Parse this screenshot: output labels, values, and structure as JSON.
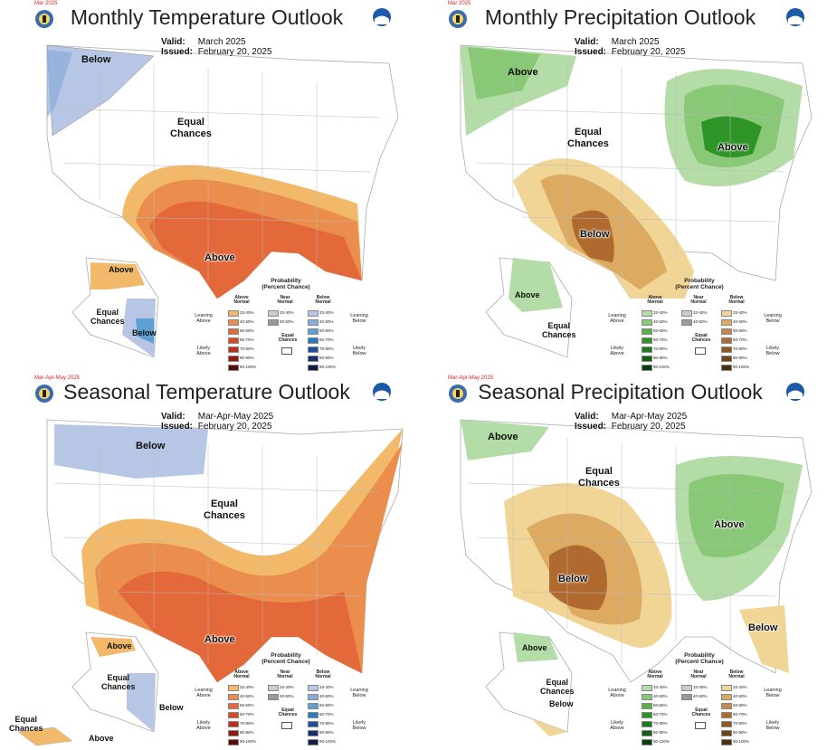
{
  "colors": {
    "above": [
      "#f1b969",
      "#eb8e4d",
      "#e3683a",
      "#d94826",
      "#bb2e18",
      "#8f1c0a",
      "#5a0e03"
    ],
    "below": [
      "#b6c6e4",
      "#8aaed8",
      "#5ea0d2",
      "#2e78bf",
      "#1c4f98",
      "#142f6e",
      "#0e1c46"
    ],
    "near": [
      "#cccccc",
      "#9a9a9a"
    ],
    "wet": [
      "#b3dca7",
      "#88c877",
      "#57b146",
      "#2e9428",
      "#1c7a1f",
      "#0f5f15",
      "#063f0b"
    ],
    "dry": [
      "#f0d596",
      "#ddaa61",
      "#c9864a",
      "#b06a2f",
      "#8f5a21",
      "#6f4418",
      "#4f2e0c"
    ]
  },
  "panels": [
    {
      "title": "Monthly Temperature Outlook",
      "valid_label": "Valid:",
      "valid": "March 2025",
      "issued_label": "Issued:",
      "issued": "February 20, 2025",
      "period_tag": "Mar 2025",
      "labels": {
        "below": "Below",
        "equal": "Equal\nChances",
        "above": "Above",
        "ak_above": "Above",
        "ak_equal": "Equal\nChances",
        "ak_below": "Below"
      },
      "legend": {
        "title": "Probability\n(Percent Chance)",
        "col1": "Above\nNormal",
        "col2": "Near\nNormal",
        "col3": "Below\nNormal",
        "leaning_left": "Leaning\nAbove",
        "leaning_right": "Leaning\nBelow",
        "likely_left": "Likely\nAbove",
        "likely_right": "Likely\nBelow",
        "equal": "Equal\nChances",
        "bins": [
          "33-40%",
          "40-50%",
          "50-60%",
          "60-70%",
          "70-80%",
          "80-90%",
          "90-100%"
        ],
        "near_bins": [
          "33-40%",
          "40-50%"
        ]
      }
    },
    {
      "title": "Monthly Precipitation Outlook",
      "valid_label": "Valid:",
      "valid": "March 2025",
      "issued_label": "Issued:",
      "issued": "February 20, 2025",
      "period_tag": "Mar 2025",
      "labels": {
        "above_nw": "Above",
        "equal": "Equal\nChances",
        "above_gl": "Above",
        "below": "Below",
        "ak_above": "Above",
        "ak_equal": "Equal\nChances"
      },
      "legend": {
        "title": "Probability\n(Percent Chance)",
        "col1": "Above\nNormal",
        "col2": "Near\nNormal",
        "col3": "Below\nNormal",
        "leaning_left": "Leaning\nAbove",
        "leaning_right": "Leaning\nBelow",
        "likely_left": "Likely\nAbove",
        "likely_right": "Likely\nBelow",
        "equal": "Equal\nChances",
        "bins": [
          "33-40%",
          "40-50%",
          "50-60%",
          "60-70%",
          "70-80%",
          "80-90%",
          "90-100%"
        ],
        "near_bins": [
          "33-40%",
          "40-50%"
        ]
      }
    },
    {
      "title": "Seasonal Temperature Outlook",
      "valid_label": "Valid:",
      "valid": "Mar-Apr-May 2025",
      "issued_label": "Issued:",
      "issued": "February 20, 2025",
      "period_tag": "Mar-Apr-May 2025",
      "labels": {
        "below": "Below",
        "equal": "Equal\nChances",
        "above": "Above",
        "ak_above": "Above",
        "ak_equal": "Equal\nChances",
        "ak_below": "Below",
        "hi_equal": "Equal\nChances",
        "hi_above": "Above"
      },
      "legend": {
        "title": "Probability\n(Percent Chance)",
        "col1": "Above\nNormal",
        "col2": "Near\nNormal",
        "col3": "Below\nNormal",
        "leaning_left": "Leaning\nAbove",
        "leaning_right": "Leaning\nBelow",
        "likely_left": "Likely\nAbove",
        "likely_right": "Likely\nBelow",
        "equal": "Equal\nChances",
        "bins": [
          "33-40%",
          "40-50%",
          "50-60%",
          "60-70%",
          "70-80%",
          "80-90%",
          "90-100%"
        ],
        "near_bins": [
          "33-40%",
          "40-50%"
        ]
      }
    },
    {
      "title": "Seasonal Precipitation Outlook",
      "valid_label": "Valid:",
      "valid": "Mar-Apr-May 2025",
      "issued_label": "Issued:",
      "issued": "February 20, 2025",
      "period_tag": "Mar-Apr-May 2025",
      "labels": {
        "above_nw": "Above",
        "equal": "Equal\nChances",
        "above_gl": "Above",
        "below": "Below",
        "below_fl": "Below",
        "ak_above": "Above",
        "ak_equal": "Equal\nChances",
        "ak_below": "Below"
      },
      "legend": {
        "title": "Probability\n(Percent Chance)",
        "col1": "Above\nNormal",
        "col2": "Near\nNormal",
        "col3": "Below\nNormal",
        "leaning_left": "Leaning\nAbove",
        "leaning_right": "Leaning\nBelow",
        "likely_left": "Likely\nAbove",
        "likely_right": "Likely\nBelow",
        "equal": "Equal\nChances",
        "bins": [
          "33-40%",
          "40-50%",
          "50-60%",
          "60-70%",
          "70-80%",
          "80-90%",
          "90-100%"
        ],
        "near_bins": [
          "33-40%",
          "40-50%"
        ]
      }
    }
  ]
}
